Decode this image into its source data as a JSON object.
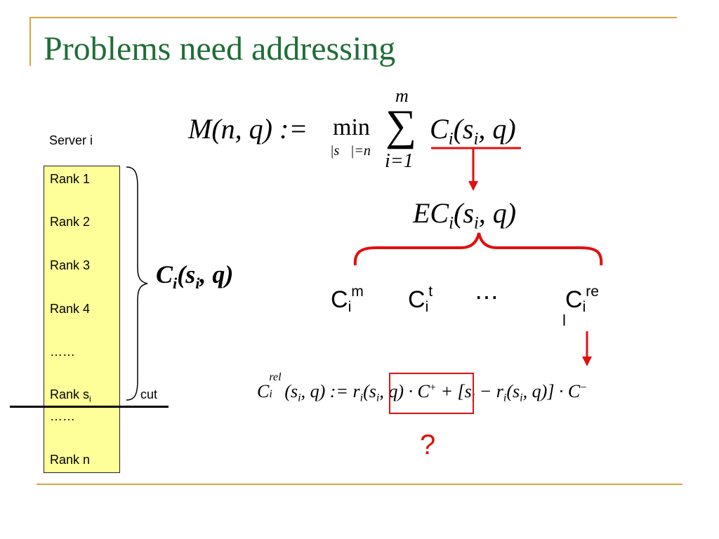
{
  "title": "Problems need addressing",
  "server": {
    "label": "Server i",
    "ranks": [
      "Rank 1",
      "Rank 2",
      "Rank 3",
      "Rank 4",
      "……"
    ],
    "rank_si_prefix": "Rank s",
    "rank_si_sub": "i",
    "ranks_after": [
      "……",
      "Rank n"
    ],
    "cut_label": "cut"
  },
  "brace_formula": {
    "c": "C",
    "sub": "i",
    "args": "(s",
    "args_sub": "i",
    "args_end": ", q)"
  },
  "main_formula": {
    "lhs": "M(n, q) := ",
    "min": "min",
    "min_under": "|s⃗|=n",
    "sum_top": "m",
    "sum_bottom": "i=1",
    "term": "C",
    "term_sub": "i",
    "term_args": "(s",
    "term_args_sub": "i",
    "term_args_end": ", q)"
  },
  "ec_formula": {
    "prefix": "EC",
    "sub": "i",
    "args": "(s",
    "args_sub": "i",
    "args_end": ", q)"
  },
  "components": [
    {
      "base": "C",
      "sup": "m",
      "sub": "i"
    },
    {
      "base": "C",
      "sup": "t",
      "sub": "i"
    },
    {
      "base": "⋯",
      "sup": "",
      "sub": ""
    },
    {
      "base": "C",
      "sup": "re",
      "sub": "i",
      "extra": "l"
    }
  ],
  "rel_formula": {
    "c": "C",
    "sup": "rel",
    "sub": "i",
    "lhs_args": "(s",
    "lhs_args_sub": "i",
    "lhs_args_end": ", q) := ",
    "r": "r",
    "r_sub": "i",
    "r_args": "(s",
    "r_args_sub": "i",
    "r_args_end": ", q)",
    "times_cplus": " · C",
    "plus_sup": "+",
    "middle": " + [s",
    "middle_sub": "i",
    "minus_r": " − r",
    "minus_r_sub": "i",
    "minus_r_args": "(s",
    "minus_r_args_sub": "i",
    "minus_r_args_end": ", q)] · C",
    "minus_sup": "−"
  },
  "question_mark": "?",
  "colors": {
    "title": "#1f6e37",
    "frame": "#d9a441",
    "rank_box": "#ffff99",
    "accent_red": "#e01010"
  }
}
